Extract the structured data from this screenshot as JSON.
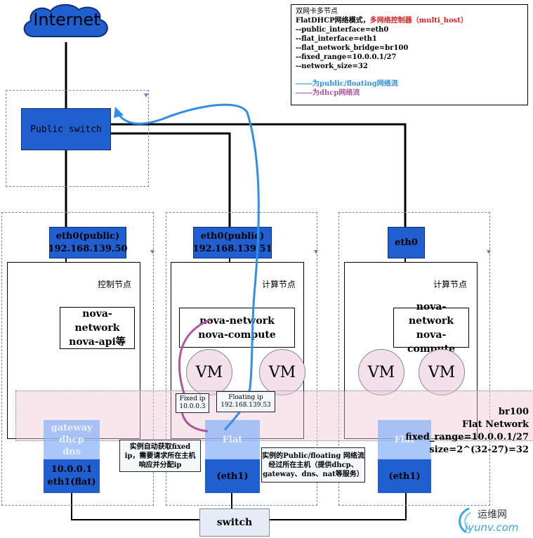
{
  "internet_label": "Internet",
  "public_switch_label": "Public switch",
  "legend": {
    "line1": "双网卡多节点",
    "line2_black": "FlatDHCP网络模式，",
    "line2_red": "多网络控制器（multi_host）",
    "params": [
      "--public_interface=eth0",
      "--flat_interface=eth1",
      "--flat_network_bridge=br100",
      "--fixed_range=10.0.0.1/27",
      "--network_size=32"
    ],
    "blue_line_text": "为public/floating网络流",
    "pink_line_text": "为dhcp网络流"
  },
  "nodes": [
    {
      "eth0_name": "eth0(public)",
      "eth0_ip": "192.168.139.50",
      "role": "控制节点",
      "service_line1": "nova-network",
      "service_line2": "nova-api等",
      "gw_lines": [
        "gateway",
        "dhcp",
        "dns"
      ],
      "eth1_ip": "10.0.0.1",
      "eth1_label": "eth1(flat)"
    },
    {
      "eth0_name": "eth0(public)",
      "eth0_ip": "192.168.139.51",
      "role": "计算节点",
      "service_line1": "nova-network",
      "service_line2": "nova-compute",
      "vm1": "VM",
      "vm2": "VM",
      "flat_label": "Flat",
      "eth1_label": "(eth1)"
    },
    {
      "eth0_name": "eth0",
      "role": "计算节点",
      "service_line1": "nova-network",
      "service_line2": "nova-compute",
      "vm1": "VM",
      "vm2": "VM",
      "flat_label": "Flat",
      "eth1_label": "(eth1)"
    }
  ],
  "fixed_ip_tag": {
    "line1": "Fixed ip",
    "line2": "10.0.0.3"
  },
  "floating_ip_tag": {
    "line1": "Floating ip",
    "line2": "192.168.139.53"
  },
  "br100": {
    "line1": "br100",
    "line2": "Flat Network",
    "line3": "fixed_range=10.0.0.1/27",
    "line4": "size=2^(32-27)=32"
  },
  "note_dhcp": [
    "实例自动获取fixed",
    "ip，需要请求所在主机",
    "响应并分配ip"
  ],
  "note_public": [
    "实例的Public/floating 网络流",
    "经过所在主机（提供dhcp、",
    "gateway、dns、nat等服务）"
  ],
  "switch_label": "switch",
  "watermark": {
    "name": "运维网",
    "url": "iyunv.com"
  },
  "colors": {
    "interface_blue": "#1f5fcf",
    "public_flow": "#2f8fe8",
    "dhcp_flow": "#b0569a",
    "flat_band": "#f0c8d6",
    "legend_red": "#e02020"
  }
}
